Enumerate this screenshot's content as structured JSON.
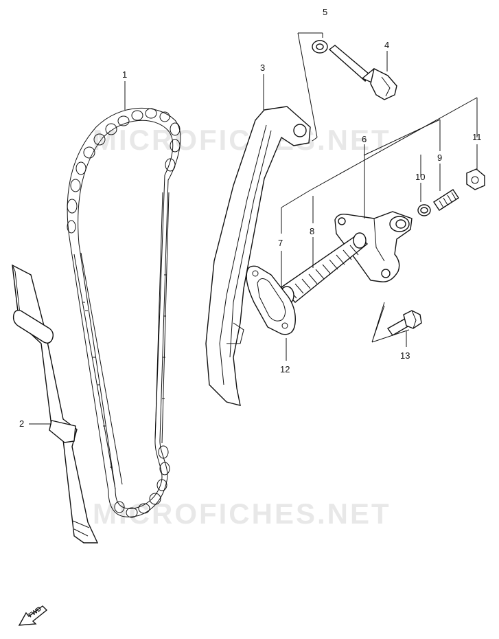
{
  "watermark": "MICROFICHES.NET",
  "fwd_label": "FWD",
  "callouts": [
    "1",
    "2",
    "3",
    "4",
    "5",
    "6",
    "7",
    "8",
    "9",
    "10",
    "11",
    "12",
    "13"
  ]
}
